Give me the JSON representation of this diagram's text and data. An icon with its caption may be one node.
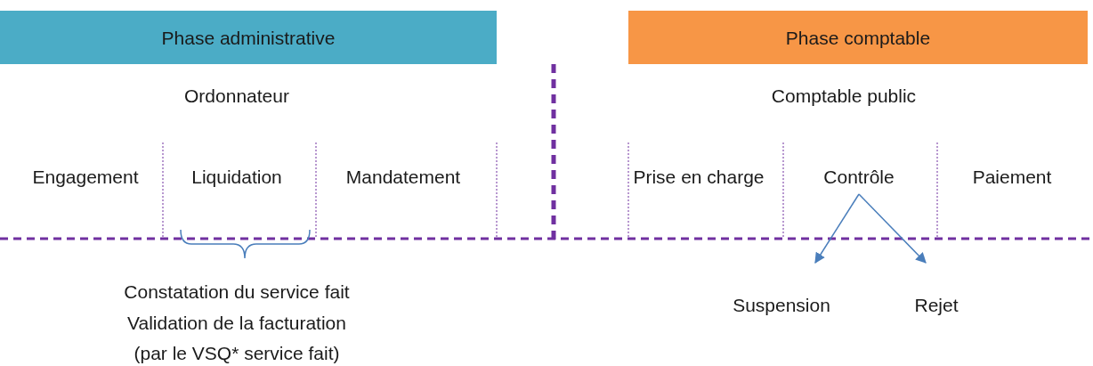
{
  "diagram": {
    "nodes": [
      {
        "text": [
          "Phase administrative"
        ]
      },
      {
        "text": [
          "Phase comptable"
        ]
      },
      {
        "text": [
          "Contrôle"
        ]
      },
      {
        "text": [
          "Suspension"
        ]
      },
      {
        "text": [
          "Rejet"
        ]
      }
    ],
    "edges": [
      {
        "from": 2,
        "to": 3,
        "arrow": "to",
        "color": "#4a7ebb"
      },
      {
        "from": 2,
        "to": 4,
        "arrow": "to",
        "color": "#4a7ebb"
      }
    ],
    "labels": [
      "Ordonnateur",
      "Comptable public",
      "Engagement",
      "Liquidation",
      "Mandatement",
      "Prise en charge",
      "Paiement",
      "Constatation du service fait",
      "Validation de la facturation",
      "(par le VSQ* service fait)"
    ]
  }
}
